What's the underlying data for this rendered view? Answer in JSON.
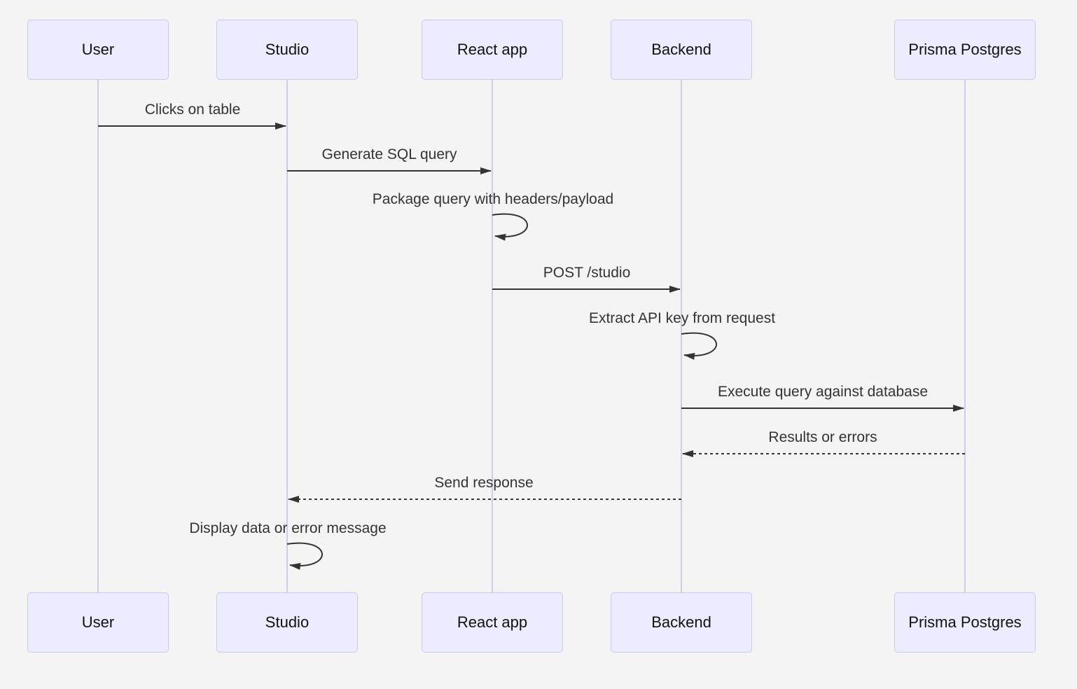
{
  "diagram": {
    "type": "sequence-diagram",
    "actors": [
      {
        "label": "User"
      },
      {
        "label": "Studio"
      },
      {
        "label": "React app"
      },
      {
        "label": "Backend"
      },
      {
        "label": "Prisma Postgres"
      }
    ],
    "messages": [
      {
        "label": "Clicks on table",
        "from": "User",
        "to": "Studio",
        "style": "solid"
      },
      {
        "label": "Generate SQL query",
        "from": "Studio",
        "to": "React app",
        "style": "solid"
      },
      {
        "label": "Package query with headers/payload",
        "from": "React app",
        "to": "React app",
        "style": "self"
      },
      {
        "label": "POST /studio",
        "from": "React app",
        "to": "Backend",
        "style": "solid"
      },
      {
        "label": "Extract API key from request",
        "from": "Backend",
        "to": "Backend",
        "style": "self"
      },
      {
        "label": "Execute query against database",
        "from": "Backend",
        "to": "Prisma Postgres",
        "style": "solid"
      },
      {
        "label": "Results or errors",
        "from": "Prisma Postgres",
        "to": "Backend",
        "style": "dashed"
      },
      {
        "label": "Send response",
        "from": "Backend",
        "to": "Studio",
        "style": "dashed"
      },
      {
        "label": "Display data or error message",
        "from": "Studio",
        "to": "Studio",
        "style": "self"
      }
    ],
    "colors": {
      "background": "#f4f4f4",
      "actor_fill": "#ECECFF",
      "actor_border": "#cfc6ec",
      "lifeline": "#d2cbea",
      "arrow": "#333333",
      "message_text": "#333333",
      "actor_text": "#111111"
    }
  }
}
